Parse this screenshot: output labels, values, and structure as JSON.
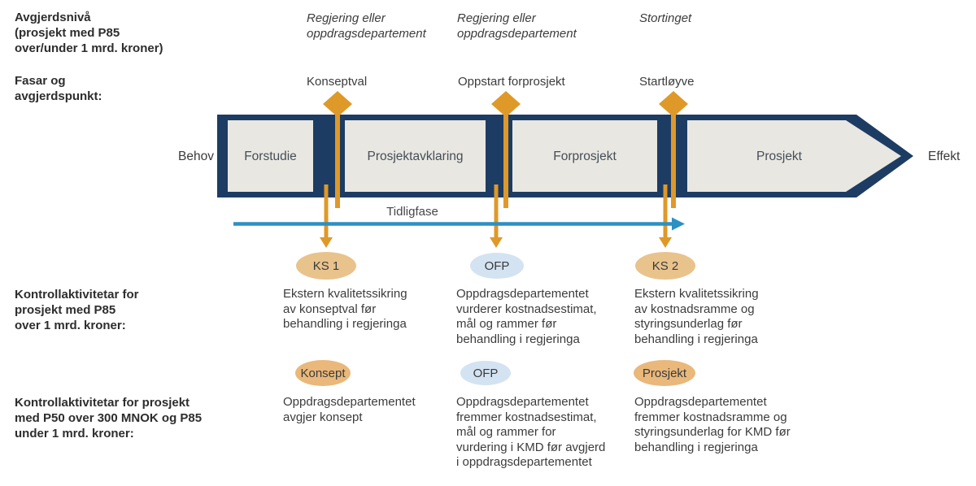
{
  "colors": {
    "navy": "#1d3c63",
    "phase_fill": "#e9e7e2",
    "orange": "#df9929",
    "tan_badge": "#e9c38c",
    "orange_badge": "#e9b87a",
    "blue_badge": "#d3e3f2",
    "teal": "#2b90c4",
    "text_dark": "#2d2d2d",
    "text_body": "#3c3c3c"
  },
  "header": {
    "decision_level_label": [
      "Avgjerdsnivå",
      "(prosjekt med P85",
      "over/under 1 mrd. kroner)"
    ],
    "decision_bodies": [
      [
        "Regjering eller",
        "oppdragsdepartement"
      ],
      [
        "Regjering eller",
        "oppdragsdepartement"
      ],
      [
        "Stortinget"
      ]
    ],
    "phases_label": [
      "Fasar og",
      "avgjerdspunkt:"
    ],
    "decision_points": [
      "Konseptval",
      "Oppstart forprosjekt",
      "Startløyve"
    ]
  },
  "process": {
    "input_label": "Behov",
    "output_label": "Effekt",
    "phases": [
      "Forstudie",
      "Prosjektavklaring",
      "Forprosjekt",
      "Prosjekt"
    ],
    "timeline_label": "Tidligfase"
  },
  "qa_large": {
    "label": [
      "Kontrollaktivitetar for",
      "prosjekt med P85",
      "over 1 mrd. kroner:"
    ],
    "badges": [
      "KS 1",
      "OFP",
      "KS 2"
    ],
    "columns": [
      [
        "Ekstern kvalitetssikring",
        "av konseptval før",
        "behandling i regjeringa"
      ],
      [
        "Oppdragsdepartementet",
        "vurderer kostnadsestimat,",
        "mål og rammer før",
        "behandling i regjeringa"
      ],
      [
        "Ekstern kvalitetssikring",
        "av kostnadsramme og",
        "styringsunderlag før",
        "behandling i regjeringa"
      ]
    ]
  },
  "qa_small": {
    "label": [
      "Kontrollaktivitetar for prosjekt",
      "med P50 over 300 MNOK og P85",
      "under 1 mrd. kroner:"
    ],
    "badges": [
      "Konsept",
      "OFP",
      "Prosjekt"
    ],
    "columns": [
      [
        "Oppdragsdepartementet",
        "avgjer konsept"
      ],
      [
        "Oppdragsdepartementet",
        "fremmer kostnadsestimat,",
        "mål og rammer for",
        "vurdering i KMD før avgjerd",
        "i oppdragsdepartementet"
      ],
      [
        "Oppdragsdepartementet",
        "fremmer kostnadsramme og",
        "styringsunderlag for KMD før",
        "behandling i regjeringa"
      ]
    ]
  }
}
